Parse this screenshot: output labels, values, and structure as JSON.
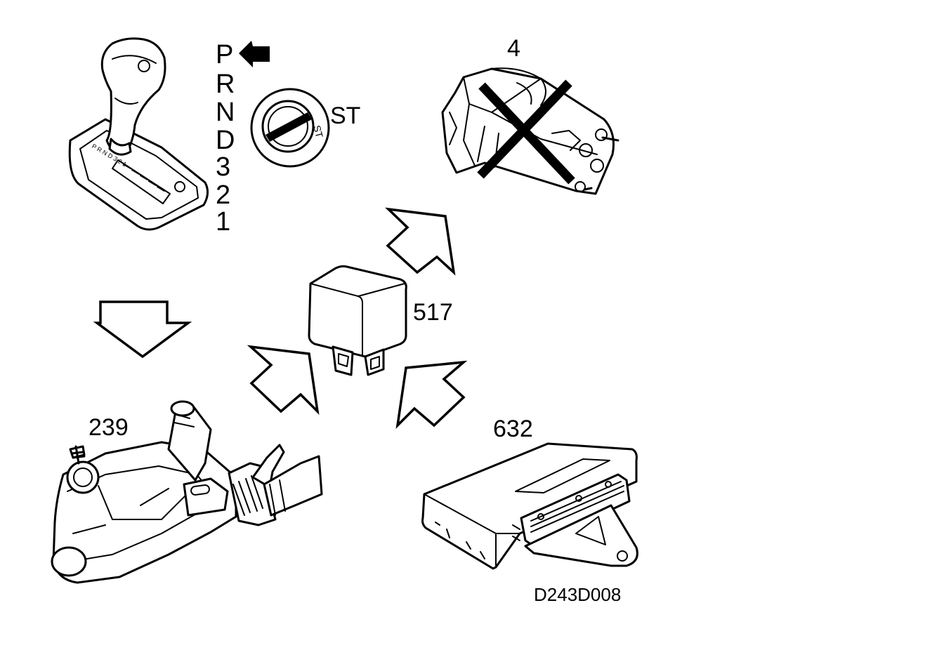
{
  "gear_positions": [
    "P",
    "R",
    "N",
    "D",
    "3",
    "2",
    "1"
  ],
  "ignition": {
    "position_label": "ST",
    "dial_label": "ST"
  },
  "components": {
    "starter_motor": "4",
    "relay": "517",
    "gear_selector_switch": "239",
    "control_module": "632"
  },
  "figure_code": "D243D008",
  "icons": {
    "pointer": "bold-left-arrow-icon",
    "flow": "outline-arrow-icon",
    "disabled": "x-cross-icon"
  }
}
